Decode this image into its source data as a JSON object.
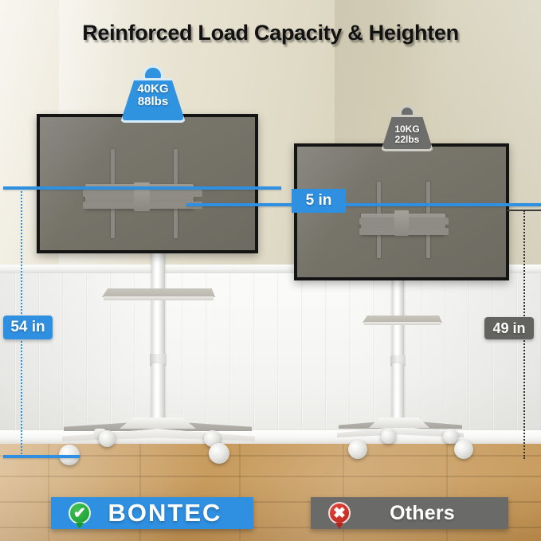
{
  "title": "Reinforced Load Capacity & Heighten",
  "products": {
    "left": {
      "name": "bontec-stand",
      "weight_badge": {
        "kg": "40KG",
        "lbs": "88lbs",
        "color": "#2f93e0"
      },
      "height_label": "54 in"
    },
    "right": {
      "name": "others-stand",
      "weight_badge": {
        "kg": "10KG",
        "lbs": "22lbs",
        "color": "#6d6d6b"
      },
      "height_label": "49 in"
    }
  },
  "difference_label": "5 in",
  "comparison": {
    "good": {
      "label": "BONTEC",
      "icon": "check-circle-icon",
      "glyph": "✔",
      "color": "#2f8fe0"
    },
    "bad": {
      "label": "Others",
      "icon": "cross-circle-icon",
      "glyph": "✖",
      "color": "#6a6a68"
    }
  },
  "colors": {
    "accent_blue": "#2f8fe0",
    "neutral_gray": "#6a6a68",
    "check_green": "#149a2c",
    "cross_red": "#b8231a"
  }
}
